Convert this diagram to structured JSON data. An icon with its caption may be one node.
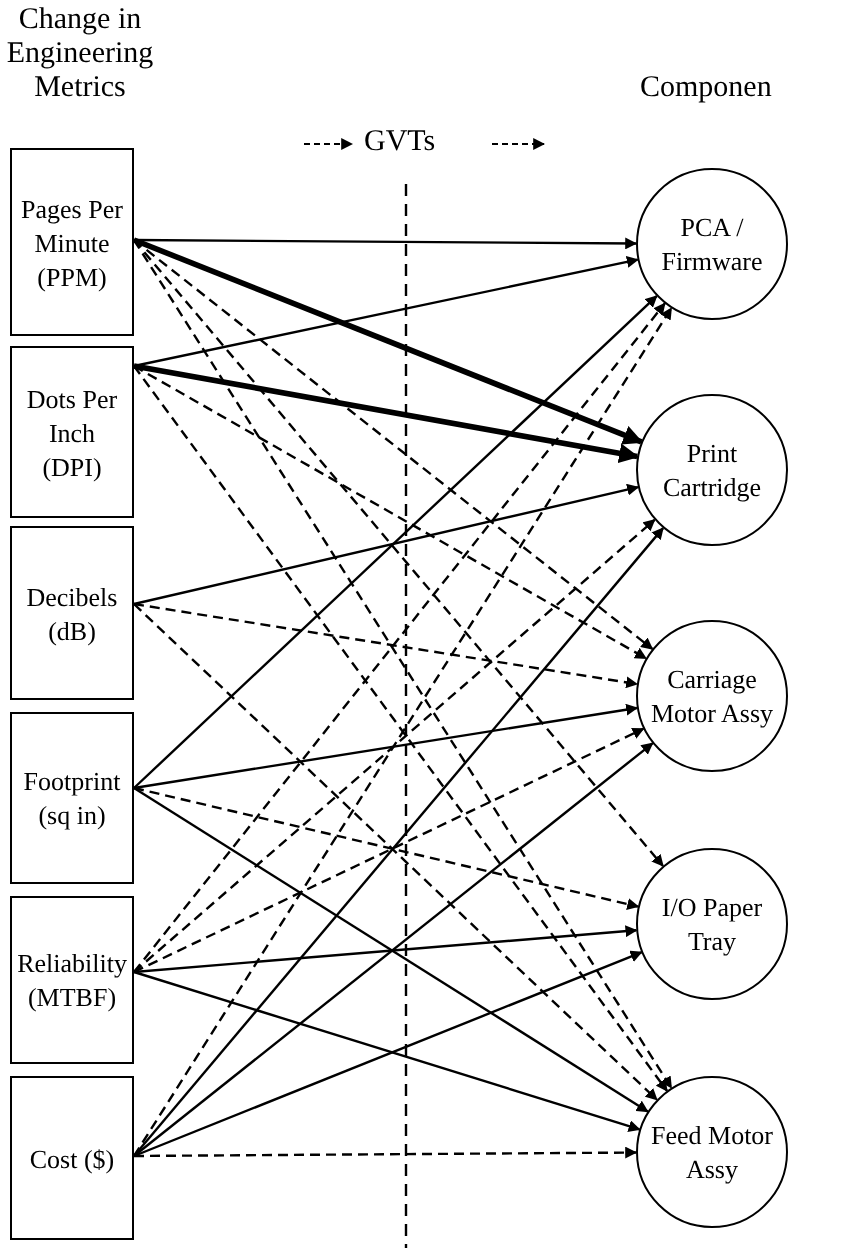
{
  "diagram": {
    "nodes": [
      {
        "text": [
          "Pages Per Minute (PPM)"
        ]
      },
      {
        "text": [
          "Dots Per Inch (DPI)"
        ]
      },
      {
        "text": [
          "Decibels (dB)"
        ]
      },
      {
        "text": [
          "Footprint (sq in)"
        ]
      },
      {
        "text": [
          "Reliability (MTBF)"
        ]
      },
      {
        "text": [
          "Cost ($)"
        ]
      },
      {
        "text": [
          "PCA / Firmware"
        ]
      },
      {
        "text": [
          "Print Cartridge"
        ]
      },
      {
        "text": [
          "Carriage Motor Assy"
        ]
      },
      {
        "text": [
          "I/O Paper Tray"
        ]
      },
      {
        "text": [
          "Feed Motor Assy"
        ]
      }
    ],
    "edges": [
      {
        "from": 0,
        "to": 6,
        "arrow": "to"
      },
      {
        "from": 0,
        "to": 7,
        "arrow": "to",
        "style": "thick"
      },
      {
        "from": 0,
        "to": 8,
        "arrow": "to",
        "style": "dashed"
      },
      {
        "from": 0,
        "to": 9,
        "arrow": "to",
        "style": "dashed"
      },
      {
        "from": 0,
        "to": 10,
        "arrow": "to",
        "style": "dashed"
      },
      {
        "from": 1,
        "to": 6,
        "arrow": "to"
      },
      {
        "from": 1,
        "to": 7,
        "arrow": "to",
        "style": "thick"
      },
      {
        "from": 1,
        "to": 8,
        "arrow": "to",
        "style": "dashed"
      },
      {
        "from": 1,
        "to": 10,
        "arrow": "to",
        "style": "dashed"
      },
      {
        "from": 2,
        "to": 7,
        "arrow": "to"
      },
      {
        "from": 2,
        "to": 8,
        "arrow": "to",
        "style": "dashed"
      },
      {
        "from": 2,
        "to": 10,
        "arrow": "to",
        "style": "dashed"
      },
      {
        "from": 3,
        "to": 6,
        "arrow": "to"
      },
      {
        "from": 3,
        "to": 8,
        "arrow": "to"
      },
      {
        "from": 3,
        "to": 9,
        "arrow": "to",
        "style": "dashed"
      },
      {
        "from": 3,
        "to": 10,
        "arrow": "to"
      },
      {
        "from": 4,
        "to": 6,
        "arrow": "to",
        "style": "dashed"
      },
      {
        "from": 4,
        "to": 7,
        "arrow": "to",
        "style": "dashed"
      },
      {
        "from": 4,
        "to": 8,
        "arrow": "to",
        "style": "dashed"
      },
      {
        "from": 4,
        "to": 9,
        "arrow": "to"
      },
      {
        "from": 4,
        "to": 10,
        "arrow": "to"
      },
      {
        "from": 5,
        "to": 6,
        "arrow": "to",
        "style": "dashed"
      },
      {
        "from": 5,
        "to": 7,
        "arrow": "to"
      },
      {
        "from": 5,
        "to": 8,
        "arrow": "to"
      },
      {
        "from": 5,
        "to": 9,
        "arrow": "to"
      },
      {
        "from": 5,
        "to": 10,
        "arrow": "to",
        "style": "dashed"
      }
    ],
    "labels": [
      "Change in Engineering Metrics",
      "Componen",
      "GVTs"
    ]
  }
}
